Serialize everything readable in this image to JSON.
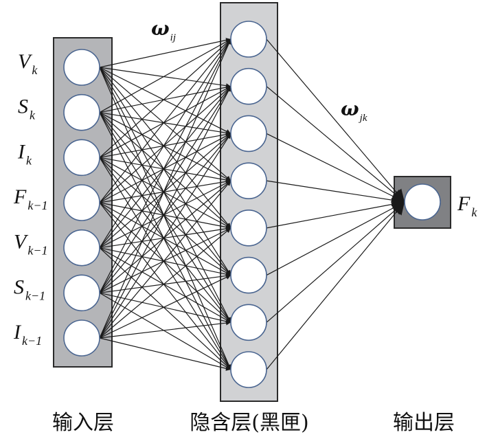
{
  "diagram": {
    "type": "neural-network",
    "input_layer": {
      "caption": "输入层",
      "fill": "#b4b5b8",
      "nodes": [
        {
          "var": "V",
          "sub": "k"
        },
        {
          "var": "S",
          "sub": "k"
        },
        {
          "var": "I",
          "sub": "k"
        },
        {
          "var": "F",
          "sub": "k−1"
        },
        {
          "var": "V",
          "sub": "k−1"
        },
        {
          "var": "S",
          "sub": "k−1"
        },
        {
          "var": "I",
          "sub": "k−1"
        }
      ]
    },
    "hidden_layer": {
      "caption": "隐含层(黑匣)",
      "fill": "#d1d2d4",
      "node_count": 8
    },
    "output_layer": {
      "caption": "输出层",
      "fill": "#808184",
      "nodes": [
        {
          "var": "F",
          "sub": "k"
        }
      ]
    },
    "weights": {
      "input_hidden": {
        "symbol": "ω",
        "sub": "ij"
      },
      "hidden_output": {
        "symbol": "ω",
        "sub": "jk"
      }
    },
    "colors": {
      "node_fill": "#ffffff",
      "node_stroke": "#4a6590",
      "edge": "#1a1a1a",
      "box_stroke": "#2a2a2a"
    }
  }
}
